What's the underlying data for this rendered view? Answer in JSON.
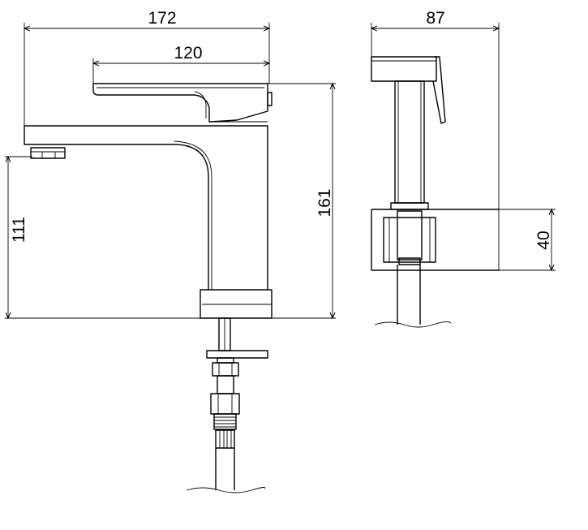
{
  "front_view": {
    "dimensions": {
      "overall_length": "172",
      "handle_length": "120",
      "overall_height": "161",
      "spout_height": "111"
    }
  },
  "side_view": {
    "dimensions": {
      "overall_depth": "87",
      "deck_thickness": "40"
    }
  },
  "colors": {
    "line": "#000000",
    "background": "#ffffff"
  }
}
